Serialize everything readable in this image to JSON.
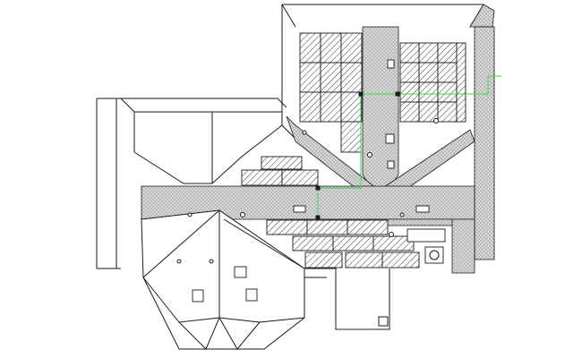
{
  "diagram": {
    "kind": "architectural-roof-plan-cad-drawing",
    "colors": {
      "background": "#ffffff",
      "line": "#1a1a1a",
      "stipple": "#9a9a9a",
      "stipple_bg": "#d8d8d8",
      "hatch": "#3a3a3a",
      "wire": "#3ecf3e",
      "node": "#1a1a1a"
    },
    "hatch_style": "diagonal-45",
    "stipple_style": "dotted-gravel",
    "text_labels": []
  }
}
